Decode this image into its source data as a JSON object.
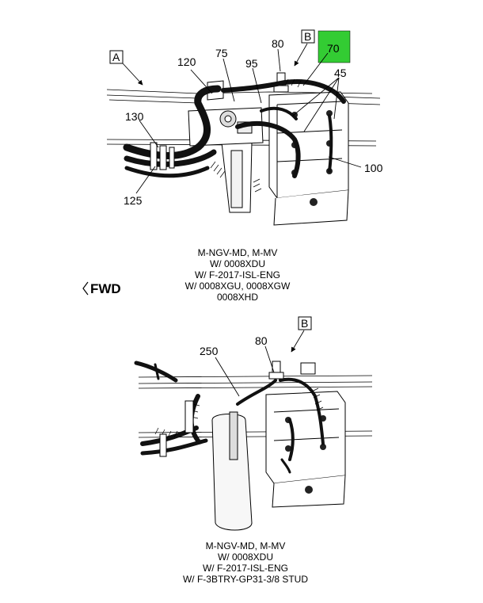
{
  "top_diagram": {
    "callouts": {
      "a": "A",
      "b": "B",
      "n120": "120",
      "n75": "75",
      "n95": "95",
      "n80": "80",
      "n70": "70",
      "n45": "45",
      "n130": "130",
      "n125": "125",
      "n100": "100"
    },
    "highlight_color": "#33cc33",
    "caption": [
      "M-NGV-MD, M-MV",
      "W/ 0008XDU",
      "W/ F-2017-ISL-ENG",
      "W/ 0008XGU, 0008XGW",
      "0008XHD"
    ]
  },
  "fwd_label": "FWD",
  "bottom_diagram": {
    "callouts": {
      "b": "B",
      "n250": "250",
      "n80": "80"
    },
    "caption": [
      "M-NGV-MD, M-MV",
      "W/ 0008XDU",
      "W/ F-2017-ISL-ENG",
      "W/ F-3BTRY-GP31-3/8 STUD"
    ]
  }
}
